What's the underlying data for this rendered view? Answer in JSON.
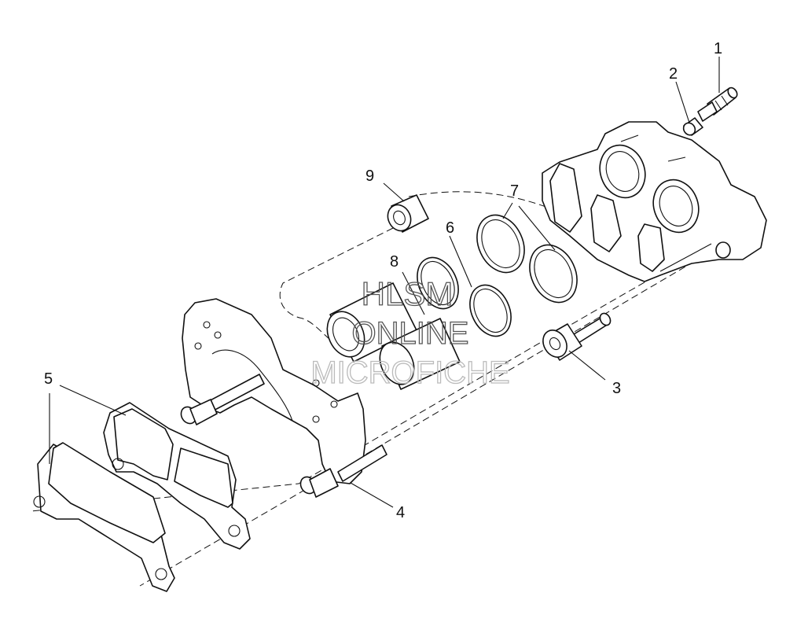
{
  "callouts": [
    {
      "num": "1"
    },
    {
      "num": "2"
    },
    {
      "num": "3"
    },
    {
      "num": "4"
    },
    {
      "num": "5"
    },
    {
      "num": "6"
    },
    {
      "num": "7"
    },
    {
      "num": "8"
    },
    {
      "num": "9"
    }
  ],
  "watermark": {
    "line1": "HLSM",
    "line2": "ONLINE",
    "line3": "MICROFICHE",
    "color_dark": "#555555",
    "color_light": "#bbbbbb"
  }
}
